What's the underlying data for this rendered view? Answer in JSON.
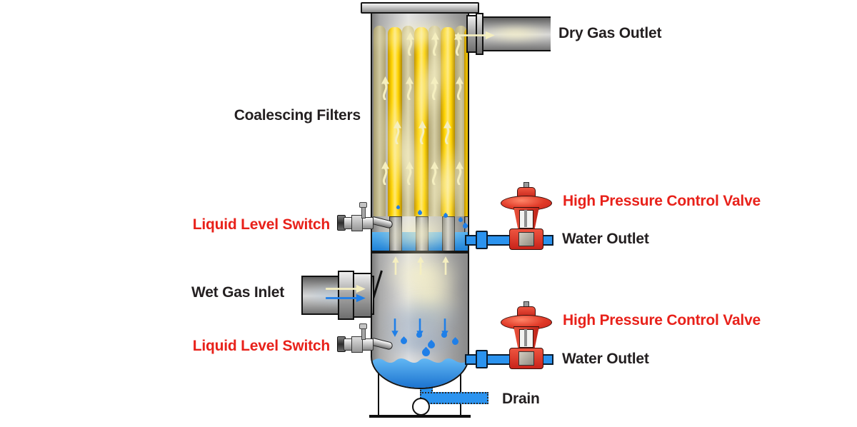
{
  "labels": {
    "dry_gas_outlet": "Dry Gas Outlet",
    "coalescing_filters": "Coalescing Filters",
    "liquid_level_switch_upper": "Liquid Level Switch",
    "high_pressure_control_valve_upper": "High Pressure Control Valve",
    "water_outlet_upper": "Water Outlet",
    "wet_gas_inlet": "Wet Gas Inlet",
    "high_pressure_control_valve_lower": "High Pressure Control Valve",
    "liquid_level_switch_lower": "Liquid Level Switch",
    "water_outlet_lower": "Water Outlet",
    "drain": "Drain"
  },
  "colors": {
    "label_text": "#231f20",
    "label_red": "#e8211a",
    "valve_red": "#c8231a",
    "pipe_blue": "#2b93ef",
    "water_light": "#5fb5f3",
    "water_dark": "#1667c0",
    "filter_yellow": "#ffd400",
    "gas_arrow_cream": "#f5efc0",
    "flow_arrow_blue": "#1f7fe8",
    "vessel_gray": "#c0c0c0"
  },
  "icons": {
    "gas_flow_curved": "curved-up-arrow",
    "gas_flow_up": "straight-up-arrow",
    "water_flow_down": "straight-down-arrow",
    "flow_right": "right-arrow",
    "water_drop": "droplet",
    "drain_valve": "circle-valve"
  }
}
